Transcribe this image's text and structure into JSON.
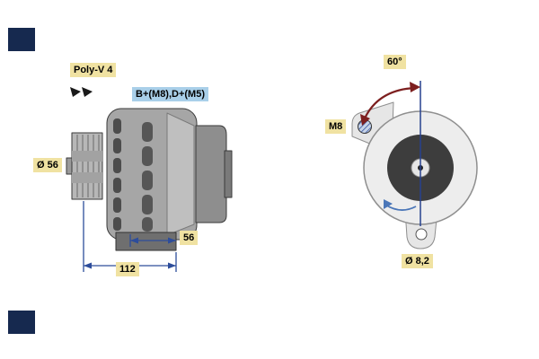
{
  "left_view": {
    "poly_v_label": "Poly-V 4",
    "terminal_label": "B+(M8),D+(M5)",
    "pulley_diameter_label": "Ø 56",
    "foot_dim_label": "56",
    "overall_dim_label": "112"
  },
  "right_view": {
    "angle_label": "60°",
    "thread_label": "M8",
    "hole_diameter_label": "Ø 8,2"
  },
  "colors": {
    "label_yellow": "#f0e2a2",
    "label_blue": "#a9cfe9",
    "corner_navy": "#16294f",
    "dimension_blue": "#2d4d9b",
    "angle_arc_red": "#7d1f1f",
    "rotation_arrow_blue": "#4a76b8"
  }
}
